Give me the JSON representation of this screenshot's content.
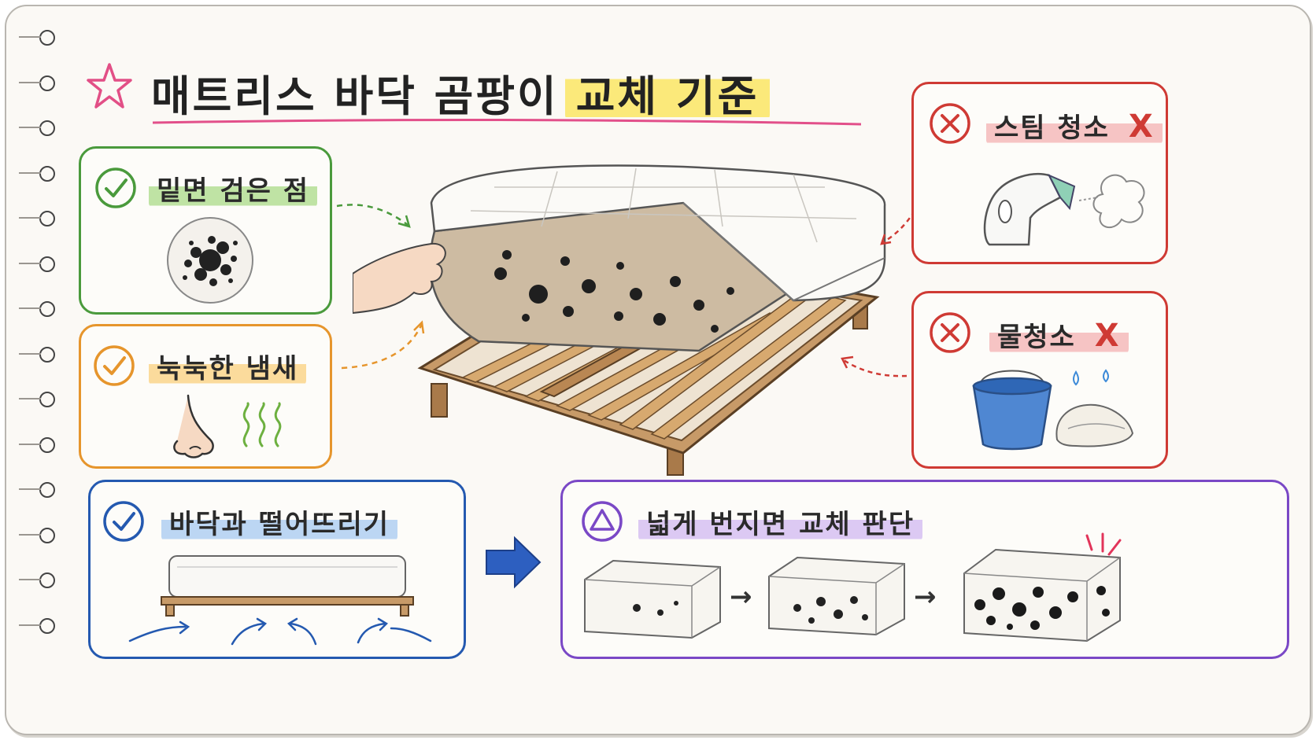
{
  "title": {
    "main": "매트리스 바닥 곰팡이",
    "highlight": "교체 기준"
  },
  "checks": [
    {
      "label": "밑면 검은 점"
    },
    {
      "label": "눅눅한 냄새"
    },
    {
      "label": "바닥과 떨어뜨리기"
    }
  ],
  "donts": [
    {
      "label": "스팀 청소",
      "mark": "X"
    },
    {
      "label": "물청소",
      "mark": "X"
    }
  ],
  "warning": {
    "label": "넓게 번지면 교체 판단",
    "arrow": "→"
  },
  "colors": {
    "green": "#4a9a3c",
    "orange": "#e6952c",
    "blue": "#2459b0",
    "red": "#cf3a34",
    "purple": "#7a48c6",
    "highlight_yellow": "#fbe97a"
  },
  "icons": [
    "star-icon",
    "check-icon",
    "x-circle-icon",
    "warning-triangle-icon",
    "nose-icon",
    "bucket-icon",
    "steamer-icon",
    "arrow-right-icon"
  ]
}
